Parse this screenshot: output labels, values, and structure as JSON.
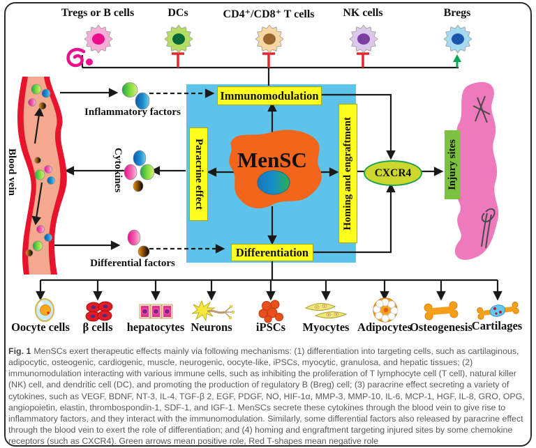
{
  "colors": {
    "blue_panel": "#5ec3ea",
    "yellow_label": "#ffff1e",
    "mensc_orange": "#f2661c",
    "vein_red": "#e8142d",
    "vein_inner": "#f4a88e",
    "injury_pink": "#ef79bd",
    "injury_label_green": "#7cc240",
    "cxcr4_fill": "#ccd82e",
    "cxcr4_border": "#1fa24e",
    "inhibit_red": "#e8262d",
    "promote_green": "#00a651",
    "curl_magenta": "#ec0f8c",
    "caption_gray": "#57585a"
  },
  "top_row": {
    "cells": [
      {
        "label": "Tregs or B cells",
        "icon": "pink-lymphocyte-icon",
        "effect": "promote-curl"
      },
      {
        "label": "DCs",
        "icon": "green-dendritic-cell-icon",
        "effect": "inhibit"
      },
      {
        "label": "CD4⁺/CD8⁺ T cells",
        "icon": "tan-tcell-icon",
        "effect": "inhibit"
      },
      {
        "label": "NK cells",
        "icon": "purple-nk-cell-icon",
        "effect": "inhibit"
      },
      {
        "label": "Bregs",
        "icon": "blue-breg-cell-icon",
        "effect": "promote"
      }
    ]
  },
  "left_panel": {
    "vein_label": "Blood vein",
    "inflammatory_label": "Inflammatory factors",
    "cytokines_label": "Cytokines",
    "differential_label": "Differential factors"
  },
  "center": {
    "mensc": "MenSC",
    "immunomodulation": "Immunomodulation",
    "differentiation": "Differentiation",
    "paracrine": "Paracrine effect",
    "homing": "Homing and engraftment"
  },
  "right_panel": {
    "cxcr4": "CXCR4",
    "injury": "Injury sites"
  },
  "bottom_row": {
    "cells": [
      {
        "label": "Oocyte cells",
        "icon": "oocyte-icon"
      },
      {
        "label": "β cells",
        "icon": "beta-cells-icon"
      },
      {
        "label": "hepatocytes",
        "icon": "hepatocytes-icon"
      },
      {
        "label": "Neurons",
        "icon": "neuron-icon"
      },
      {
        "label": "iPSCs",
        "icon": "ipsc-cluster-icon"
      },
      {
        "label": "Myocytes",
        "icon": "myocyte-spindles-icon"
      },
      {
        "label": "Adipocytes",
        "icon": "adipocyte-icon"
      },
      {
        "label": "Osteogenesis",
        "icon": "bone-icon"
      },
      {
        "label": "Cartilages",
        "icon": "cartilage-bone-icon"
      }
    ]
  },
  "caption": {
    "fig_label": "Fig. 1",
    "text": "MenSCs exert therapeutic effects mainly via following mechanisms: (1) differentiation into targeting cells, such as cartilaginous, adipocytic, osteogenic, cardiogenic, muscle, neurogenic, oocyte-like, iPSCs, myocytic, granulosa, and hepatic tissues; (2) immunomodulation interacting with various immune cells, such as inhibiting the proliferation of T lymphocyte cell (T cell), natural killer (NK) cell, and dendritic cell (DC), and promoting the production of regulatory B (Breg) cell; (3) paracrine effect secreting a variety of cytokines, such as VEGF, BDNF, NT-3, IL-4, TGF-β 2, EGF, PDGF, NO, HIF-1α, MMP-3, MMP-10, IL-6, MCP-1, HGF, IL-8, GRO, OPG, angiopoietin, elastin, thrombospondin-1, SDF-1, and IGF-1. MenSCs secrete these cytokines through the blood vein to give rise to inflammatory factors, and they interact with the immunomodulation. Similarly, some differential factors also released by paracrine effect through the blood vein to exert the role of differentiation; and (4) homing and engraftment targeting injured sites by some chemokine receptors (such as CXCR4). Green arrows mean positive role, Red T-shapes mean negative role"
  }
}
